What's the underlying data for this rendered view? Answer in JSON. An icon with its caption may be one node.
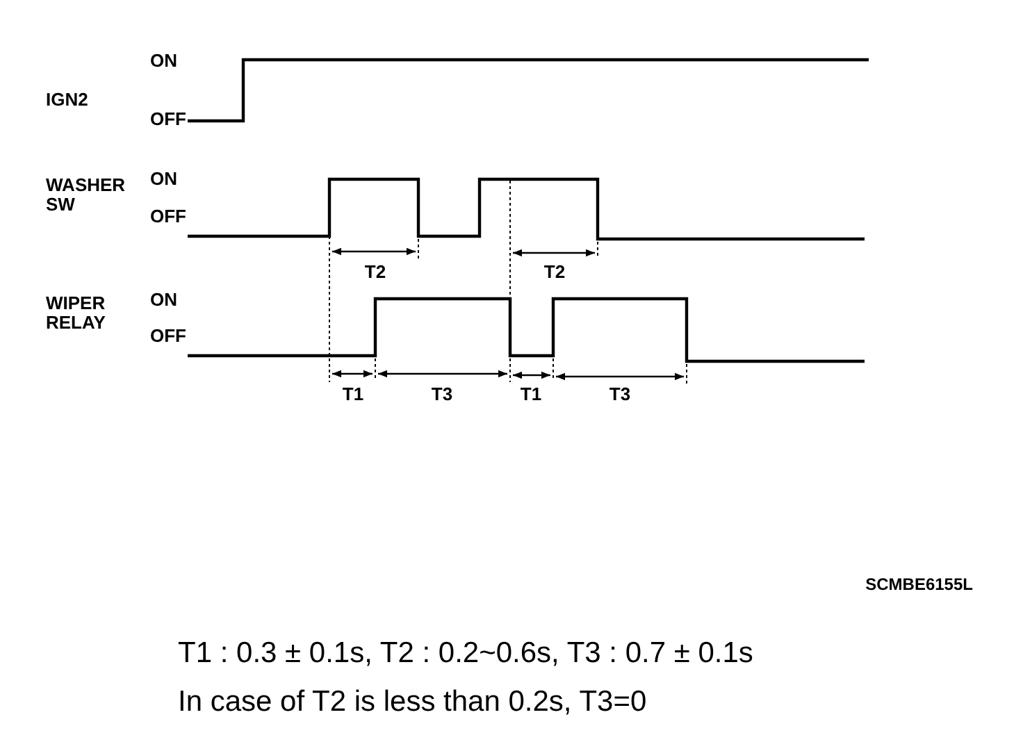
{
  "diagram": {
    "labels": [
      "ON",
      "IGN2",
      "OFF",
      "WASHER SW",
      "ON",
      "OFF",
      "T2",
      "T2",
      "WIPER RELAY",
      "ON",
      "OFF",
      "T1",
      "T3",
      "T1",
      "T3",
      "SCMBE6155L",
      "T1 : 0.3 ± 0.1s, T2 : 0.2~0.6s, T3 : 0.7 ± 0.1s",
      "In case of T2 is less than 0.2s, T3=0"
    ]
  }
}
